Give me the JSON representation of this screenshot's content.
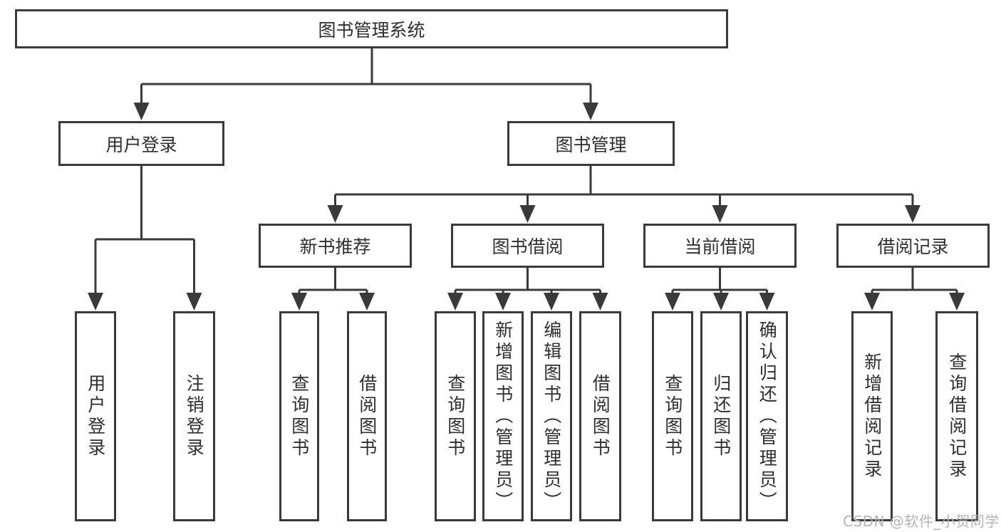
{
  "diagram_title": "图书管理系统",
  "tree": {
    "label": "图书管理系统",
    "children": [
      {
        "label": "用户登录",
        "children": [
          {
            "label": "用户登录"
          },
          {
            "label": "注销登录"
          }
        ]
      },
      {
        "label": "图书管理",
        "children": [
          {
            "label": "新书推荐",
            "children": [
              {
                "label": "查询图书"
              },
              {
                "label": "借阅图书"
              }
            ]
          },
          {
            "label": "图书借阅",
            "children": [
              {
                "label": "查询图书"
              },
              {
                "label": "新增图书（管理员）"
              },
              {
                "label": "编辑图书（管理员）"
              },
              {
                "label": "借阅图书"
              }
            ]
          },
          {
            "label": "当前借阅",
            "children": [
              {
                "label": "查询图书"
              },
              {
                "label": "归还图书"
              },
              {
                "label": "确认归还（管理员）"
              }
            ]
          },
          {
            "label": "借阅记录",
            "children": [
              {
                "label": "新增借阅记录"
              },
              {
                "label": "查询借阅记录"
              }
            ]
          }
        ]
      }
    ]
  },
  "watermark": "CSDN @软件_小贺同学",
  "colors": {
    "line": "#3a3a3a",
    "text": "#2e2e2e",
    "background": "#ffffff",
    "watermark": "#b4b4b4"
  }
}
